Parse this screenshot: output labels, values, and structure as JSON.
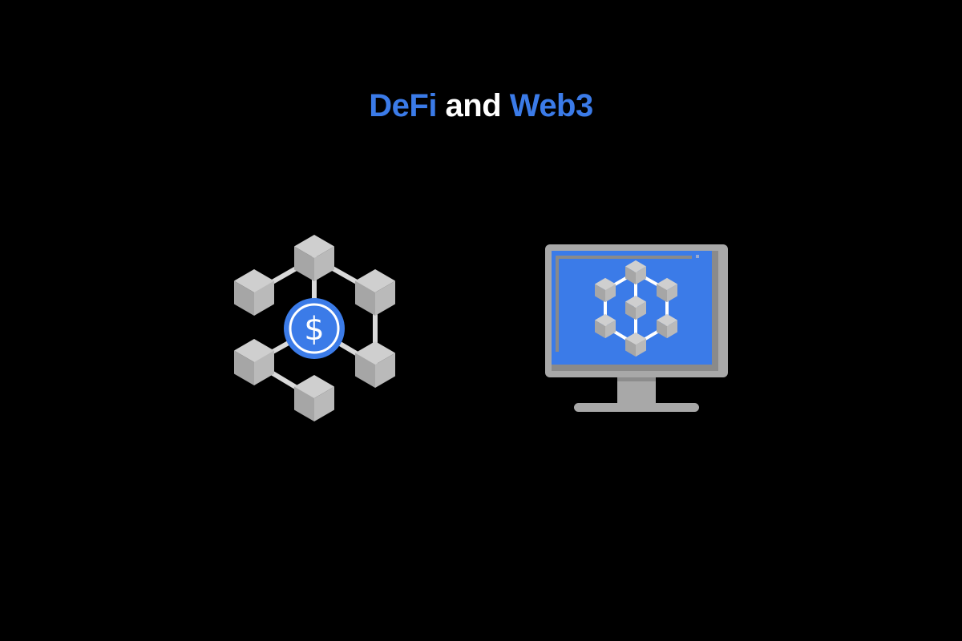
{
  "title": {
    "part1": "DeFi",
    "part2": " and ",
    "part3": "Web3"
  },
  "illustrations": {
    "left": "defi-network-icon",
    "right": "web3-monitor-icon",
    "coin_symbol": "$"
  },
  "colors": {
    "accent": "#3b7be8",
    "background": "#000000",
    "cube": "#bdbdbd"
  }
}
